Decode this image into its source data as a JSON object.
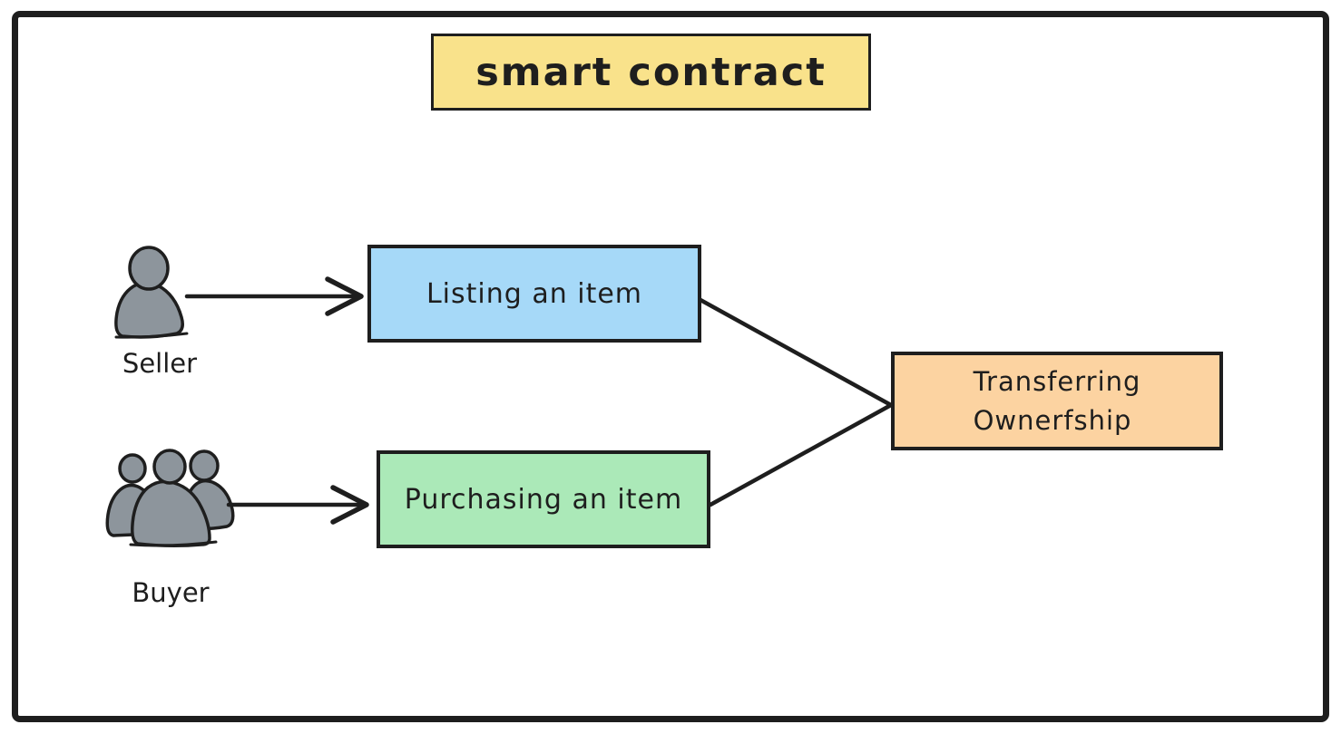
{
  "diagram": {
    "title": "smart contract",
    "actors": [
      {
        "id": "seller",
        "label": "Seller",
        "icon": "person-icon"
      },
      {
        "id": "buyer",
        "label": "Buyer",
        "icon": "people-group-icon"
      }
    ],
    "nodes": [
      {
        "id": "listing",
        "label": "Listing an item",
        "fill": "#a6d9f8"
      },
      {
        "id": "purchasing",
        "label": "Purchasing an item",
        "fill": "#abe9b8"
      },
      {
        "id": "transferring",
        "label": "Transferring Ownerfship",
        "line1": "Transferring",
        "line2": "Ownerfship",
        "fill": "#fcd3a1"
      }
    ],
    "edges": [
      {
        "from": "seller",
        "to": "listing",
        "type": "arrow"
      },
      {
        "from": "buyer",
        "to": "purchasing",
        "type": "arrow"
      },
      {
        "from": "listing",
        "to": "transferring",
        "type": "line"
      },
      {
        "from": "purchasing",
        "to": "transferring",
        "type": "line"
      }
    ],
    "colors": {
      "stroke": "#1e1e1e",
      "title_fill": "#f9e28b",
      "icon_fill": "#8d959c",
      "canvas": "#ffffff"
    }
  }
}
